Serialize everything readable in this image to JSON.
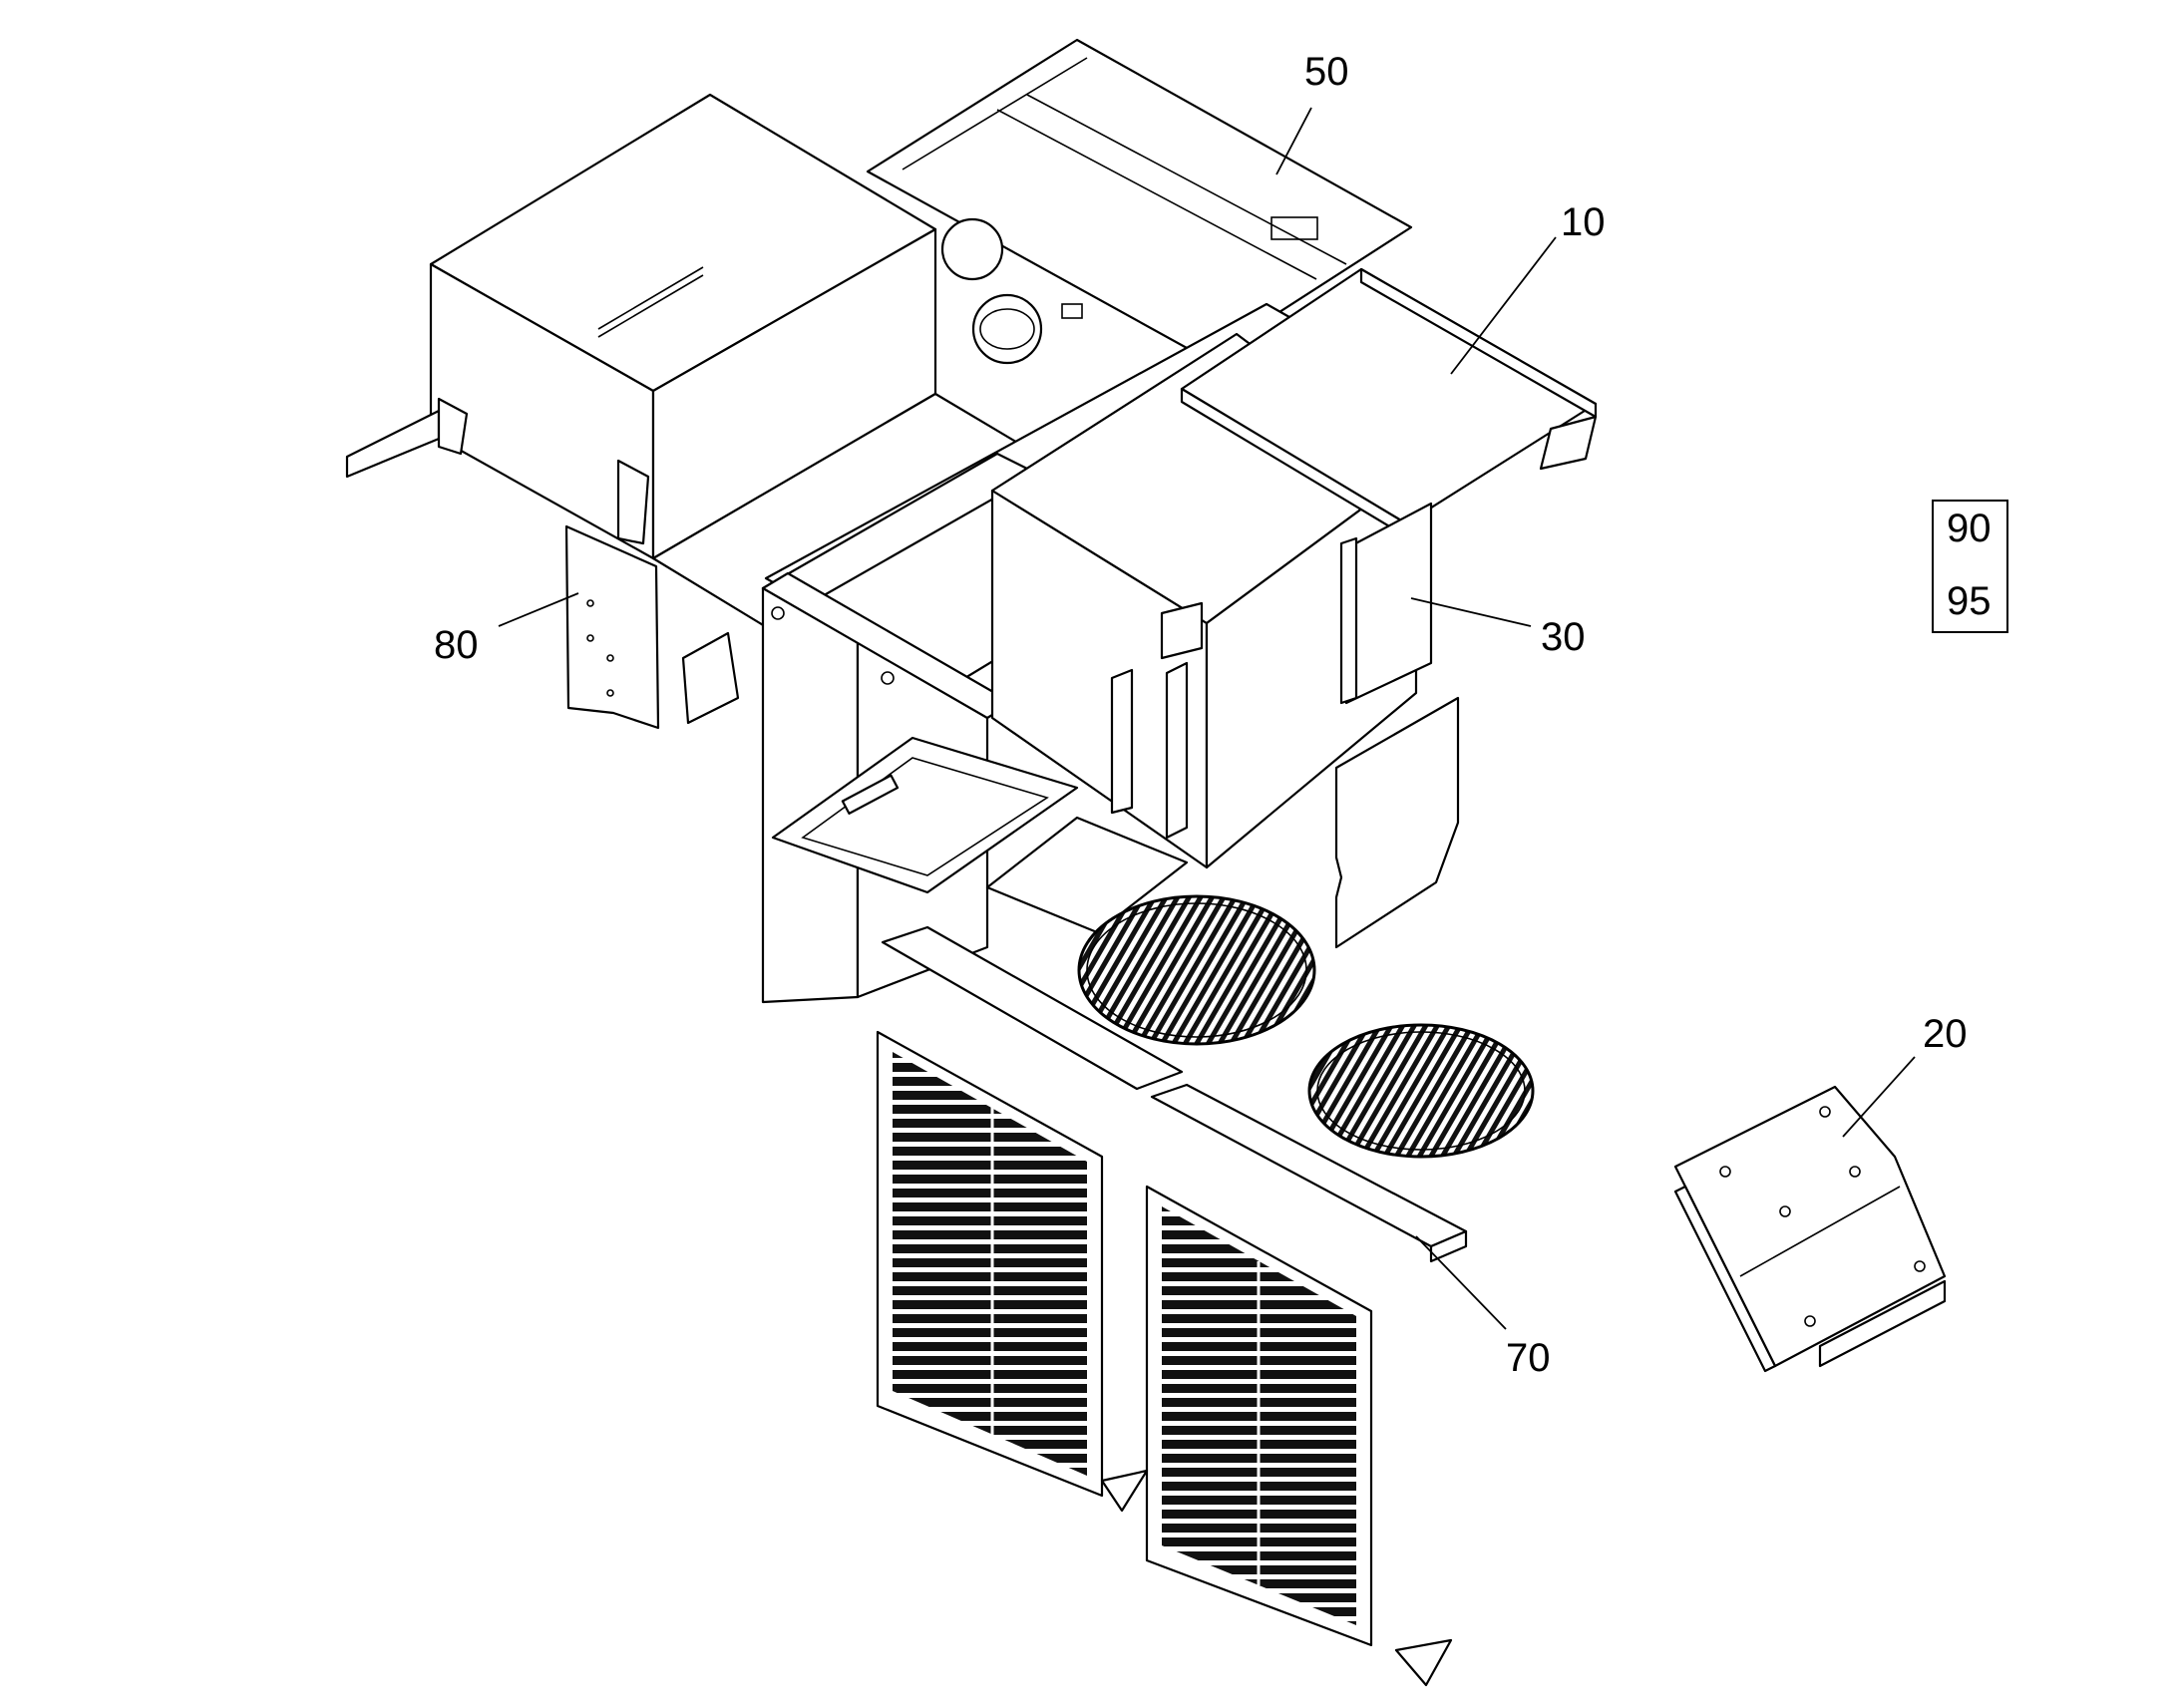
{
  "callouts": {
    "c50": "50",
    "c10": "10",
    "c80": "80",
    "c30": "30",
    "c20": "20",
    "c70": "70"
  },
  "reference_box": {
    "top": "90",
    "bottom": "95"
  }
}
